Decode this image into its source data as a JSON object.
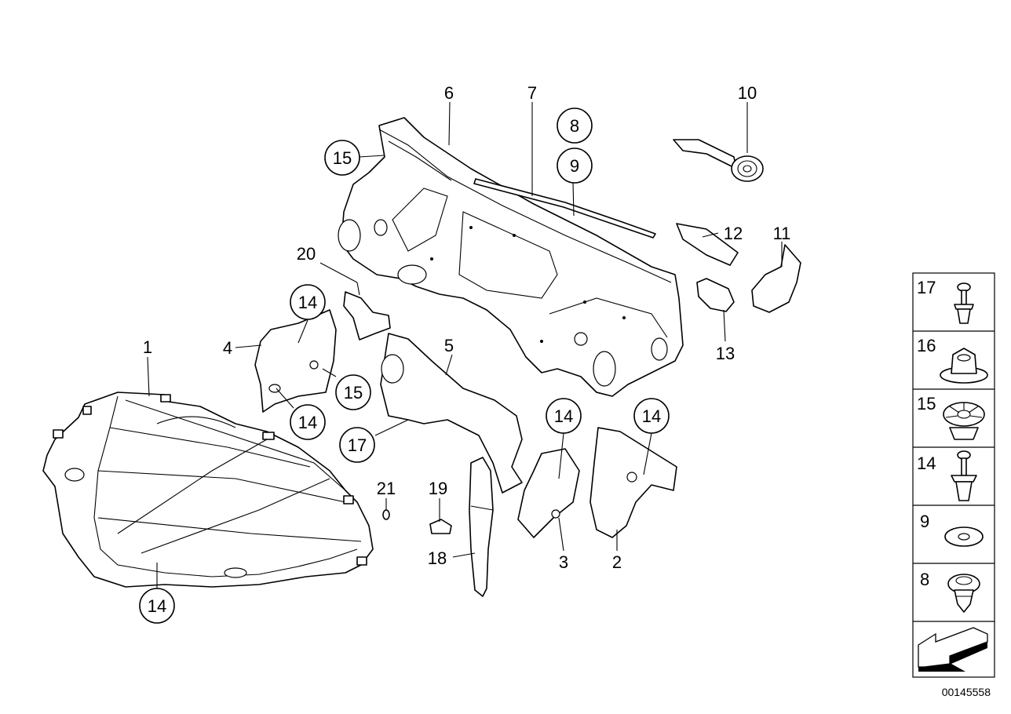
{
  "callouts": [
    {
      "id": "c1",
      "text": "1",
      "circled": false
    },
    {
      "id": "c2",
      "text": "2",
      "circled": false
    },
    {
      "id": "c3",
      "text": "3",
      "circled": false
    },
    {
      "id": "c4",
      "text": "4",
      "circled": false
    },
    {
      "id": "c5",
      "text": "5",
      "circled": false
    },
    {
      "id": "c6",
      "text": "6",
      "circled": false
    },
    {
      "id": "c7",
      "text": "7",
      "circled": false
    },
    {
      "id": "c8",
      "text": "8",
      "circled": true
    },
    {
      "id": "c9",
      "text": "9",
      "circled": true
    },
    {
      "id": "c10",
      "text": "10",
      "circled": false
    },
    {
      "id": "c11",
      "text": "11",
      "circled": false
    },
    {
      "id": "c12",
      "text": "12",
      "circled": false
    },
    {
      "id": "c13",
      "text": "13",
      "circled": false
    },
    {
      "id": "c14a",
      "text": "14",
      "circled": true
    },
    {
      "id": "c14b",
      "text": "14",
      "circled": true
    },
    {
      "id": "c14c",
      "text": "14",
      "circled": true
    },
    {
      "id": "c14d",
      "text": "14",
      "circled": true
    },
    {
      "id": "c14e",
      "text": "14",
      "circled": true
    },
    {
      "id": "c15a",
      "text": "15",
      "circled": true
    },
    {
      "id": "c15b",
      "text": "15",
      "circled": true
    },
    {
      "id": "c17",
      "text": "17",
      "circled": true
    },
    {
      "id": "c18",
      "text": "18",
      "circled": false
    },
    {
      "id": "c19",
      "text": "19",
      "circled": false
    },
    {
      "id": "c20",
      "text": "20",
      "circled": false
    },
    {
      "id": "c21",
      "text": "21",
      "circled": false
    }
  ],
  "sidebar": {
    "items": [
      {
        "number": "17",
        "icon": "push-rivet-icon"
      },
      {
        "number": "16",
        "icon": "flange-nut-icon"
      },
      {
        "number": "15",
        "icon": "expanding-clip-icon"
      },
      {
        "number": "14",
        "icon": "expanding-rivet-icon"
      },
      {
        "number": "9",
        "icon": "washer-icon"
      },
      {
        "number": "8",
        "icon": "grommet-clip-icon"
      },
      {
        "number": "",
        "icon": "direction-arrow-icon"
      }
    ]
  },
  "reference_number": "00145558"
}
